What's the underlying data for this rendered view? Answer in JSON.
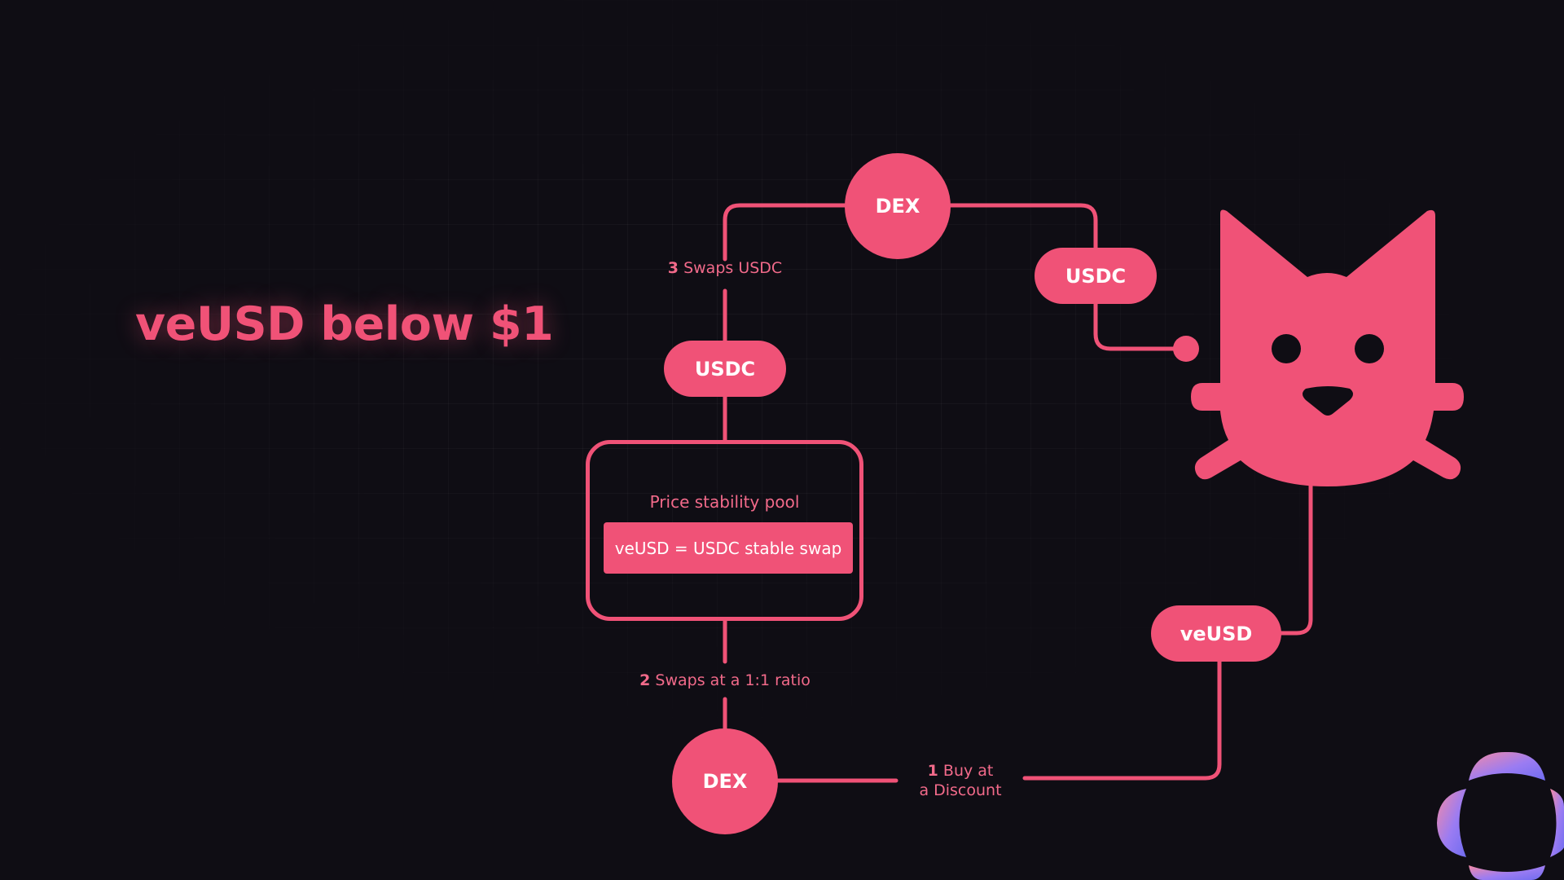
{
  "title": "veUSD below $1",
  "nodes": {
    "dex_top": "DEX",
    "dex_bottom": "DEX",
    "usdc_left": "USDC",
    "usdc_right": "USDC",
    "veusd": "veUSD"
  },
  "steps": {
    "step1": {
      "num": "1",
      "line1": "Buy at",
      "line2": "a Discount"
    },
    "step2": {
      "num": "2",
      "text": "Swaps at a 1:1 ratio"
    },
    "step3": {
      "num": "3",
      "text": "Swaps USDC"
    }
  },
  "pool": {
    "title": "Price stability pool",
    "swap": "veUSD = USDC stable swap"
  },
  "colors": {
    "accent": "#f05277",
    "background": "#0f0d14",
    "logo_gradient": [
      "#f48aa6",
      "#9b7cf2",
      "#6f6cf0"
    ]
  },
  "icons": [
    "cat-icon",
    "brand-logo-icon"
  ]
}
